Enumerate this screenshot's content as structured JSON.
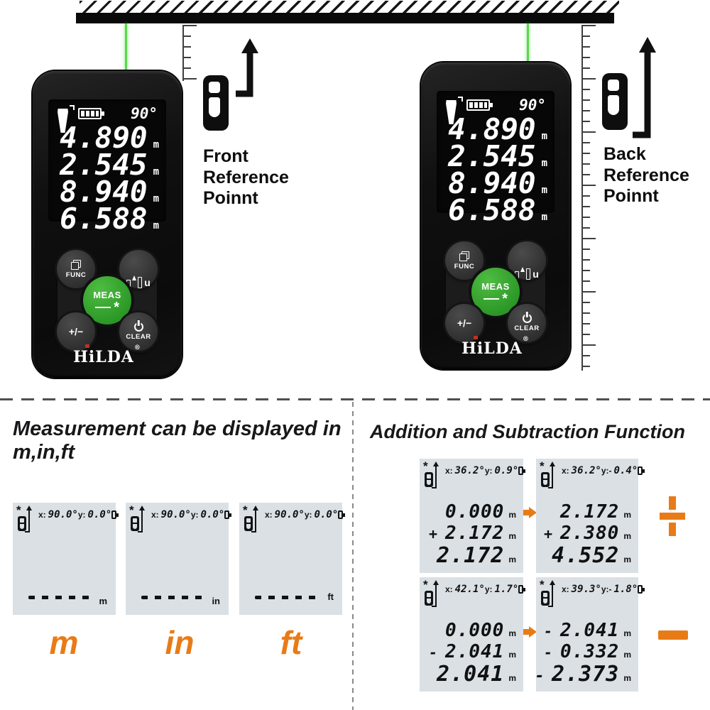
{
  "icons": {
    "laser_star": "*"
  },
  "colors": {
    "accent_orange": "#e97b17",
    "laser_green": "#5ad84d",
    "meas_green": "#2fa42e",
    "lcd_bg": "#dbe0e4"
  },
  "top": {
    "front_reference": {
      "lines": [
        "Front",
        "Reference",
        "Poinnt"
      ]
    },
    "back_reference": {
      "lines": [
        "Back",
        "Reference",
        "Poinnt"
      ]
    },
    "device": {
      "angle": "90°",
      "measurements": [
        {
          "value": "4.890",
          "unit": "m"
        },
        {
          "value": "2.545",
          "unit": "m"
        },
        {
          "value": "8.940",
          "unit": "m"
        },
        {
          "value": "6.588",
          "unit": "m"
        }
      ],
      "buttons": {
        "func": "FUNC",
        "unit_u": "u",
        "meas": "MEAS",
        "plus_minus": "+/−",
        "clear": "CLEAR"
      },
      "brand": "HiLDA",
      "brand_reg": "®"
    }
  },
  "bottom_left": {
    "title_line1": "Measurement can be displayed in",
    "title_line2": "m,in,ft",
    "screens": [
      {
        "x_label": "x:",
        "x_value": "90.0°",
        "y_label": "y:",
        "y_value": "0.0°",
        "unit": "m"
      },
      {
        "x_label": "x:",
        "x_value": "90.0°",
        "y_label": "y:",
        "y_value": "0.0°",
        "unit": "in"
      },
      {
        "x_label": "x:",
        "x_value": "90.0°",
        "y_label": "y:",
        "y_value": "0.0°",
        "unit": "ft"
      }
    ],
    "unit_labels": [
      "m",
      "in",
      "ft"
    ]
  },
  "bottom_right": {
    "title": "Addition and Subtraction Function",
    "addition": {
      "before": {
        "x_label": "x:",
        "x_value": "36.2°",
        "y_label": "y:",
        "y_value": "0.9°",
        "rows": [
          {
            "op": "",
            "value": "0.000",
            "unit": "m"
          },
          {
            "op": "+",
            "value": "2.172",
            "unit": "m"
          },
          {
            "op": "",
            "value": "2.172",
            "unit": "m"
          }
        ]
      },
      "after": {
        "x_label": "x:",
        "x_value": "36.2°",
        "y_label": "y:-",
        "y_value": "0.4°",
        "rows": [
          {
            "op": "",
            "value": "2.172",
            "unit": "m"
          },
          {
            "op": "+",
            "value": "2.380",
            "unit": "m"
          },
          {
            "op": "",
            "value": "4.552",
            "unit": "m"
          }
        ]
      }
    },
    "subtraction": {
      "before": {
        "x_label": "x:",
        "x_value": "42.1°",
        "y_label": "y:",
        "y_value": "1.7°",
        "rows": [
          {
            "op": "",
            "value": "0.000",
            "unit": "m"
          },
          {
            "op": "-",
            "value": "2.041",
            "unit": "m"
          },
          {
            "op": "",
            "value": "2.041",
            "unit": "m"
          }
        ]
      },
      "after": {
        "x_label": "x:",
        "x_value": "39.3°",
        "y_label": "y:-",
        "y_value": "1.8°",
        "rows": [
          {
            "op": "-",
            "value": "2.041",
            "unit": "m"
          },
          {
            "op": "-",
            "value": "0.332",
            "unit": "m"
          },
          {
            "op": "-",
            "value": "2.373",
            "unit": "m"
          }
        ]
      }
    }
  }
}
